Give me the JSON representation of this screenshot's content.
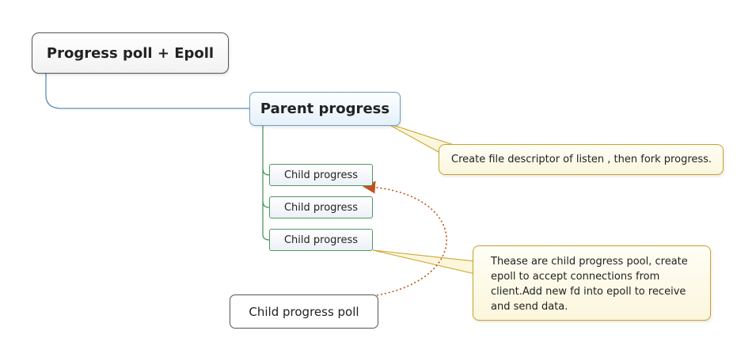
{
  "root": {
    "label": "Progress poll + Epoll"
  },
  "parent": {
    "label": "Parent progress"
  },
  "children": [
    {
      "label": "Child progress"
    },
    {
      "label": "Child progress"
    },
    {
      "label": "Child progress"
    }
  ],
  "pool_node": {
    "label": "Child progress poll"
  },
  "callouts": {
    "parent_note": "Create file descriptor of listen , then fork progress.",
    "pool_note": "Thease are child progress pool, create epoll to accept connections from client.Add new fd into epoll to receive and send data."
  },
  "colors": {
    "parent_connector": "#5b8db8",
    "child_connector": "#3f8f50",
    "callout_border": "#c9a227",
    "relationship_arrow": "#c0521e"
  }
}
